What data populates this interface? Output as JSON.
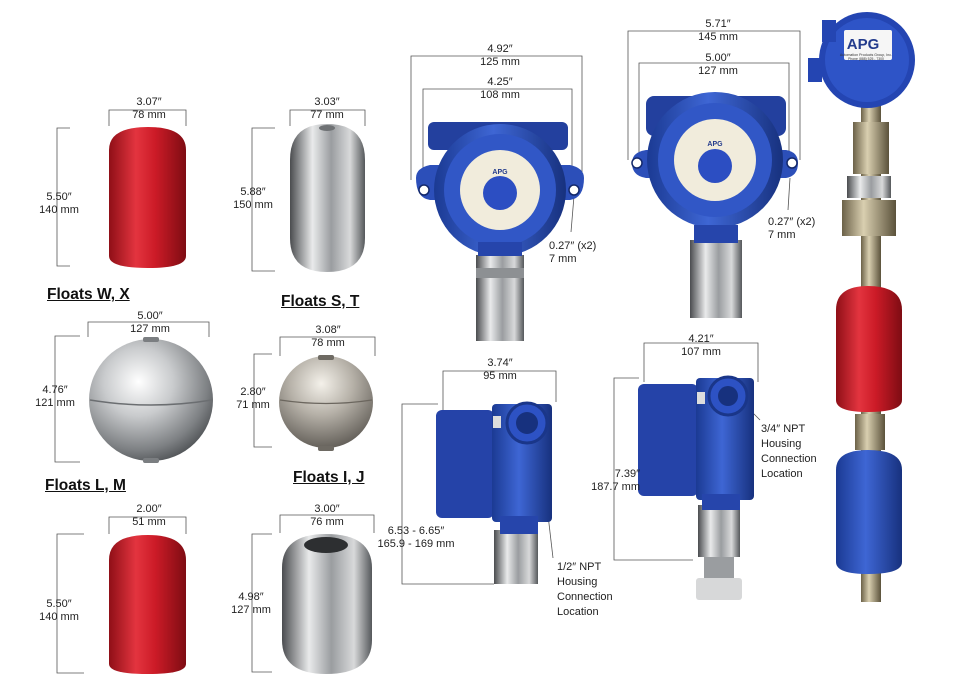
{
  "captions": {
    "w_x": "Floats W, X",
    "s_t": "Floats S, T",
    "l_m": "Floats L, M",
    "i_j": "Floats I, J"
  },
  "floats": {
    "w_x_width": [
      "3.07″",
      "78 mm"
    ],
    "w_x_height": [
      "5.50″",
      "140 mm"
    ],
    "s_t_width": [
      "3.03″",
      "77 mm"
    ],
    "s_t_height": [
      "5.88″",
      "150 mm"
    ],
    "l_m_width": [
      "5.00″",
      "127 mm"
    ],
    "l_m_height": [
      "4.76″",
      "121 mm"
    ],
    "i_j_width": [
      "3.08″",
      "78 mm"
    ],
    "i_j_height": [
      "2.80″",
      "71 mm"
    ],
    "bottom_red_width": [
      "2.00″",
      "51 mm"
    ],
    "bottom_red_height": [
      "5.50″",
      "140 mm"
    ],
    "bottom_steel_width": [
      "3.00″",
      "76 mm"
    ],
    "bottom_steel_height": [
      "4.98″",
      "127 mm"
    ]
  },
  "housings": {
    "a_outer": [
      "4.92″",
      "125 mm"
    ],
    "a_inner": [
      "4.25″",
      "108 mm"
    ],
    "a_hole": [
      "0.27″ (x2)",
      "7 mm"
    ],
    "b_outer": [
      "5.71″",
      "145 mm"
    ],
    "b_inner": [
      "5.00″",
      "127 mm"
    ],
    "b_hole": [
      "0.27″ (x2)",
      "7 mm"
    ],
    "c_width": [
      "3.74″",
      "95 mm"
    ],
    "c_height": [
      "6.53 - 6.65″",
      "165.9 - 169 mm"
    ],
    "c_note": "1/2″ NPT\nHousing\nConnection\nLocation",
    "d_width": [
      "4.21″",
      "107 mm"
    ],
    "d_height": [
      "7.39″",
      "187.7 mm"
    ],
    "d_note": "3/4″ NPT\nHousing\nConnection\nLocation"
  },
  "logo": {
    "brand": "APG",
    "line1": "Automation Products Group, Inc.",
    "line2": "Phone (888) 525 - 7300"
  },
  "cover_badge": "APG",
  "colors": {
    "red": "#d11d2a",
    "blue": "#2b4fb8",
    "steel": "#b9bcbf",
    "label": "#222222"
  }
}
